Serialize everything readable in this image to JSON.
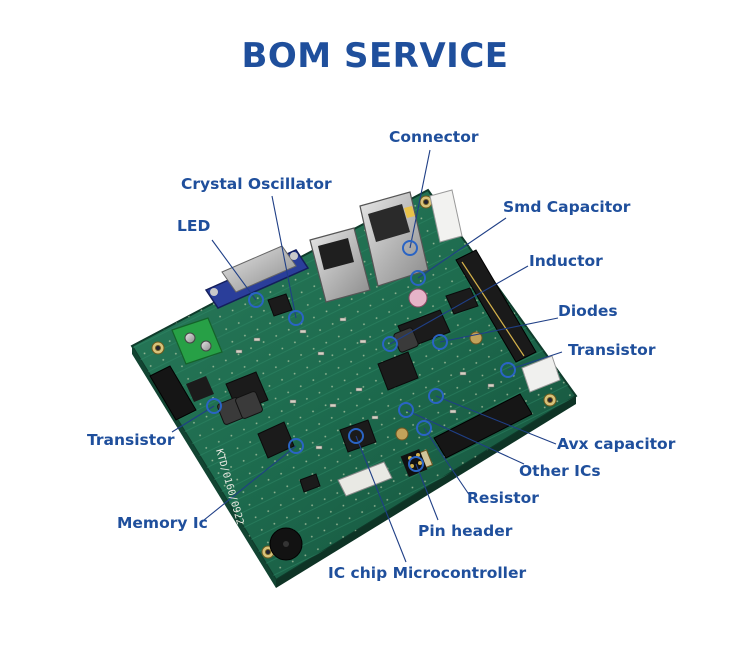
{
  "title": "BOM SERVICE",
  "board_silkscreen": "KTD/0160/0922",
  "colors": {
    "title": "#1f4f9c",
    "label": "#1f4f9c",
    "leader_line": "#1f3f86",
    "marker": "#2a64c4",
    "pcb": "#1d6b4e",
    "background": "#ffffff"
  },
  "labels": {
    "connector": "Connector",
    "crystal_oscillator": "Crystal Oscillator",
    "led": "LED",
    "smd_capacitor": "Smd Capacitor",
    "inductor": "Inductor",
    "diodes": "Diodes",
    "transistor_right": "Transistor",
    "transistor_left": "Transistor",
    "avx_capacitor": "Avx capacitor",
    "other_ics": "Other ICs",
    "resistor": "Resistor",
    "memory_ic": "Memory Ic",
    "pin_header": "Pin header",
    "ic_chip_microcontroller": "IC chip Microcontroller"
  }
}
